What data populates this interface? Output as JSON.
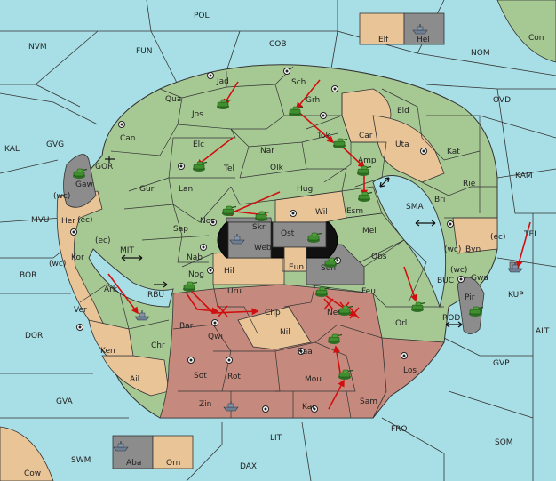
{
  "colors": {
    "sea": "#a8dfe6",
    "green": "#a6c994",
    "tan": "#e9c497",
    "brown": "#c58a7d",
    "grey": "#8c8c8c",
    "black": "#111111",
    "arrow": "#d01010",
    "unit_green": "#3f8f2f",
    "unit_grey": "#6f7f92"
  },
  "sea_labels": {
    "POL": "POL",
    "NVM": "NVM",
    "FUN": "FUN",
    "COB": "COB",
    "NOM": "NOM",
    "Con": "Con",
    "OVD": "OVD",
    "KAL": "KAL",
    "GVG": "GVG",
    "KAM": "KAM",
    "GOR": "GOR",
    "SMA": "SMA",
    "MVU": "MVU",
    "MIT": "MIT",
    "TEI": "TEI",
    "BOR": "BOR",
    "RBU": "RBU",
    "BUC": "BUC",
    "KUP": "KUP",
    "ROD": "ROD",
    "DOR": "DOR",
    "ALT": "ALT",
    "GVP": "GVP",
    "GVA": "GVA",
    "FRO": "FRO",
    "SOM": "SOM",
    "LIT": "LIT",
    "SWM": "SWM",
    "DAX": "DAX",
    "Cow": "Cow"
  },
  "land_labels": {
    "Elf": "Elf",
    "Hel": "Hel",
    "Jad": "Jad",
    "Sch": "Sch",
    "Qua": "Qua",
    "Grh": "Grh",
    "Jos": "Jos",
    "Eld": "Eld",
    "Can": "Can",
    "Car": "Car",
    "Tok": "Tok",
    "Uta": "Uta",
    "Elc": "Elc",
    "Nar": "Nar",
    "Kat": "Kat",
    "Amp": "Amp",
    "Tel": "Tel",
    "Olk": "Olk",
    "Gaw": "Gaw",
    "Rie": "Rie",
    "Gur": "Gur",
    "Lan": "Lan",
    "Hug": "Hug",
    "Bri": "Bri",
    "Esm": "Esm",
    "Wil": "Wil",
    "Nor": "Nor",
    "Skr": "Skr",
    "Her": "Her",
    "Sap": "Sap",
    "Ost": "Ost",
    "Mel": "Mel",
    "Web": "Web",
    "Byn": "Byn",
    "Kor": "Kor",
    "Nab": "Nab",
    "Obs": "Obs",
    "Eun": "Eun",
    "Hil": "Hil",
    "Sun": "Sun",
    "Gwa": "Gwa",
    "Nog": "Nog",
    "Ark": "Ark",
    "Uru": "Uru",
    "Feu": "Feu",
    "Pir": "Pir",
    "Ver": "Ver",
    "Chp": "Chp",
    "Neu": "Neu",
    "Orl": "Orl",
    "Bar": "Bar",
    "Qwi": "Qwi",
    "Nil": "Nil",
    "Chr": "Chr",
    "Ken": "Ken",
    "Kaa": "Kaa",
    "Sot": "Sot",
    "Rot": "Rot",
    "Ail": "Ail",
    "Mou": "Mou",
    "Los": "Los",
    "Sam": "Sam",
    "Zin": "Zin",
    "Kar": "Kar",
    "Aba": "Aba",
    "Orn": "Orn"
  },
  "coast_tags": {
    "wc1": "(wc)",
    "ec1": "(ec)",
    "ec2": "(ec)",
    "wc2": "(wc)",
    "ec3": "(ec)",
    "wc3": "(wc)",
    "wc4": "(wc)"
  },
  "units": {
    "armies": [
      "Jos",
      "Grh",
      "Tok",
      "Amp",
      "Esm",
      "Tel",
      "Gaw",
      "Nor",
      "Skr",
      "Ost",
      "Sun",
      "Nog",
      "Feu",
      "Neu",
      "Orl",
      "Pir",
      "Kaa",
      "Mou"
    ],
    "fleets": [
      "Hel",
      "Web",
      "Chr",
      "Zin",
      "Aba",
      "KUP"
    ]
  },
  "orders": {
    "moves": 14,
    "convoy_arrows": 6,
    "failed_marks": 4
  }
}
